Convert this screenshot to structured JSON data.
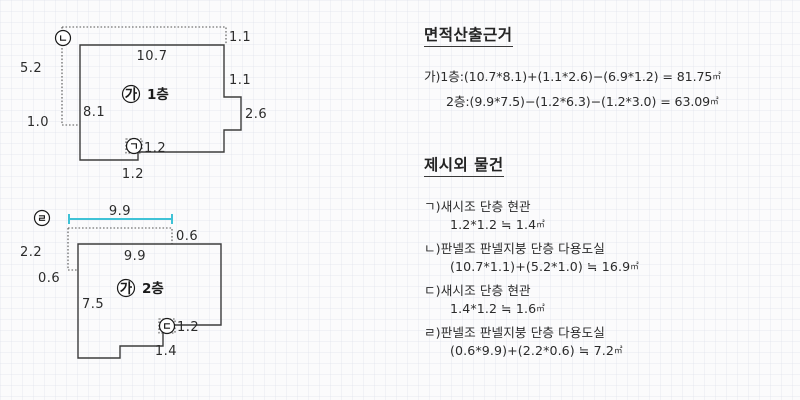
{
  "page": {
    "background_color": "#fbfbfc",
    "line_color": "#3c3c3c",
    "accent_color": "#3fc2d6"
  },
  "floor1": {
    "label_circle": "가",
    "label_text": "1층",
    "marker_top_left": "ㄴ",
    "marker_bottom": "ㄱ",
    "dimensions": {
      "top_right_offset": "1.1",
      "top_edge": "10.7",
      "left_dotted_height": "5.2",
      "left_dotted_bottom": "1.0",
      "left_edge": "8.1",
      "right_upper": "1.1",
      "right_lower": "2.6",
      "bottom_notch_right": "1.2",
      "bottom_notch_bottom": "1.2"
    }
  },
  "floor2": {
    "label_circle": "가",
    "label_text": "2층",
    "marker_top_left": "ㄹ",
    "marker_bottom_right": "ㄷ",
    "dimensions": {
      "cyan_overall": "9.9",
      "top_right_offset": "0.6",
      "top_edge": "9.9",
      "left_dotted_height": "2.2",
      "left_dotted_bottom": "0.6",
      "left_edge": "7.5",
      "notch_right": "1.2",
      "notch_bottom": "1.4"
    }
  },
  "area_section": {
    "title": "면적산출근거",
    "lines": [
      "가)1층:(10.7*8.1)+(1.1*2.6)−(6.9*1.2) = 81.75",
      "2층:(9.9*7.5)−(1.2*6.3)−(1.2*3.0) = 63.09"
    ],
    "unit": "㎡"
  },
  "items_section": {
    "title": "제시외 물건",
    "entries": [
      {
        "label": "ㄱ)새시조 단층 현관",
        "formula": "1.2*1.2 ≒ 1.4",
        "unit": "㎡"
      },
      {
        "label": "ㄴ)판넬조 판넬지붕 단층 다용도실",
        "formula": "(10.7*1.1)+(5.2*1.0) ≒ 16.9",
        "unit": "㎡"
      },
      {
        "label": "ㄷ)새시조 단층 현관",
        "formula": "1.4*1.2 ≒ 1.6",
        "unit": "㎡"
      },
      {
        "label": "ㄹ)판넬조 판넬지붕 단층 다용도실",
        "formula": "(0.6*9.9)+(2.2*0.6) ≒ 7.2",
        "unit": "㎡"
      }
    ]
  }
}
